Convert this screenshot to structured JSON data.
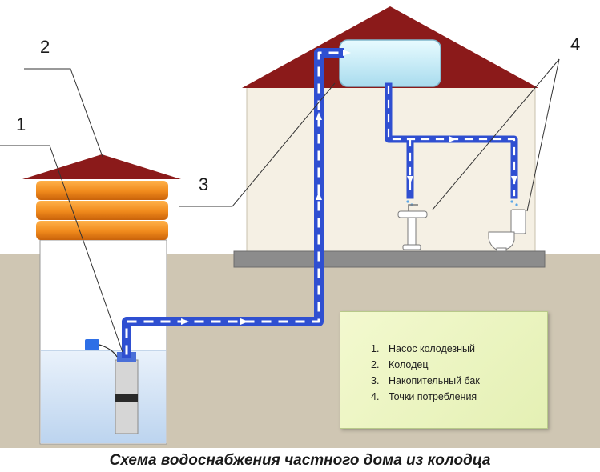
{
  "callouts": [
    {
      "number": "1"
    },
    {
      "number": "2"
    },
    {
      "number": "3"
    },
    {
      "number": "4"
    }
  ],
  "legend": {
    "items": [
      {
        "number": "1.",
        "text": "Насос колодезный"
      },
      {
        "number": "2.",
        "text": "Колодец"
      },
      {
        "number": "3.",
        "text": "Накопительный бак"
      },
      {
        "number": "4.",
        "text": "Точки потребления"
      }
    ]
  },
  "caption": "Схема водоснабжения частного дома из колодца",
  "colors": {
    "roof": "#8b1a1a",
    "wall": "#f5f0e4",
    "ground": "#cfc6b3",
    "foundation": "#8c8c8c",
    "pipe": "#2f4fd1",
    "water": "#d8e6f6",
    "tank": "#cfeef8",
    "well_logs": "#f08a1c"
  }
}
